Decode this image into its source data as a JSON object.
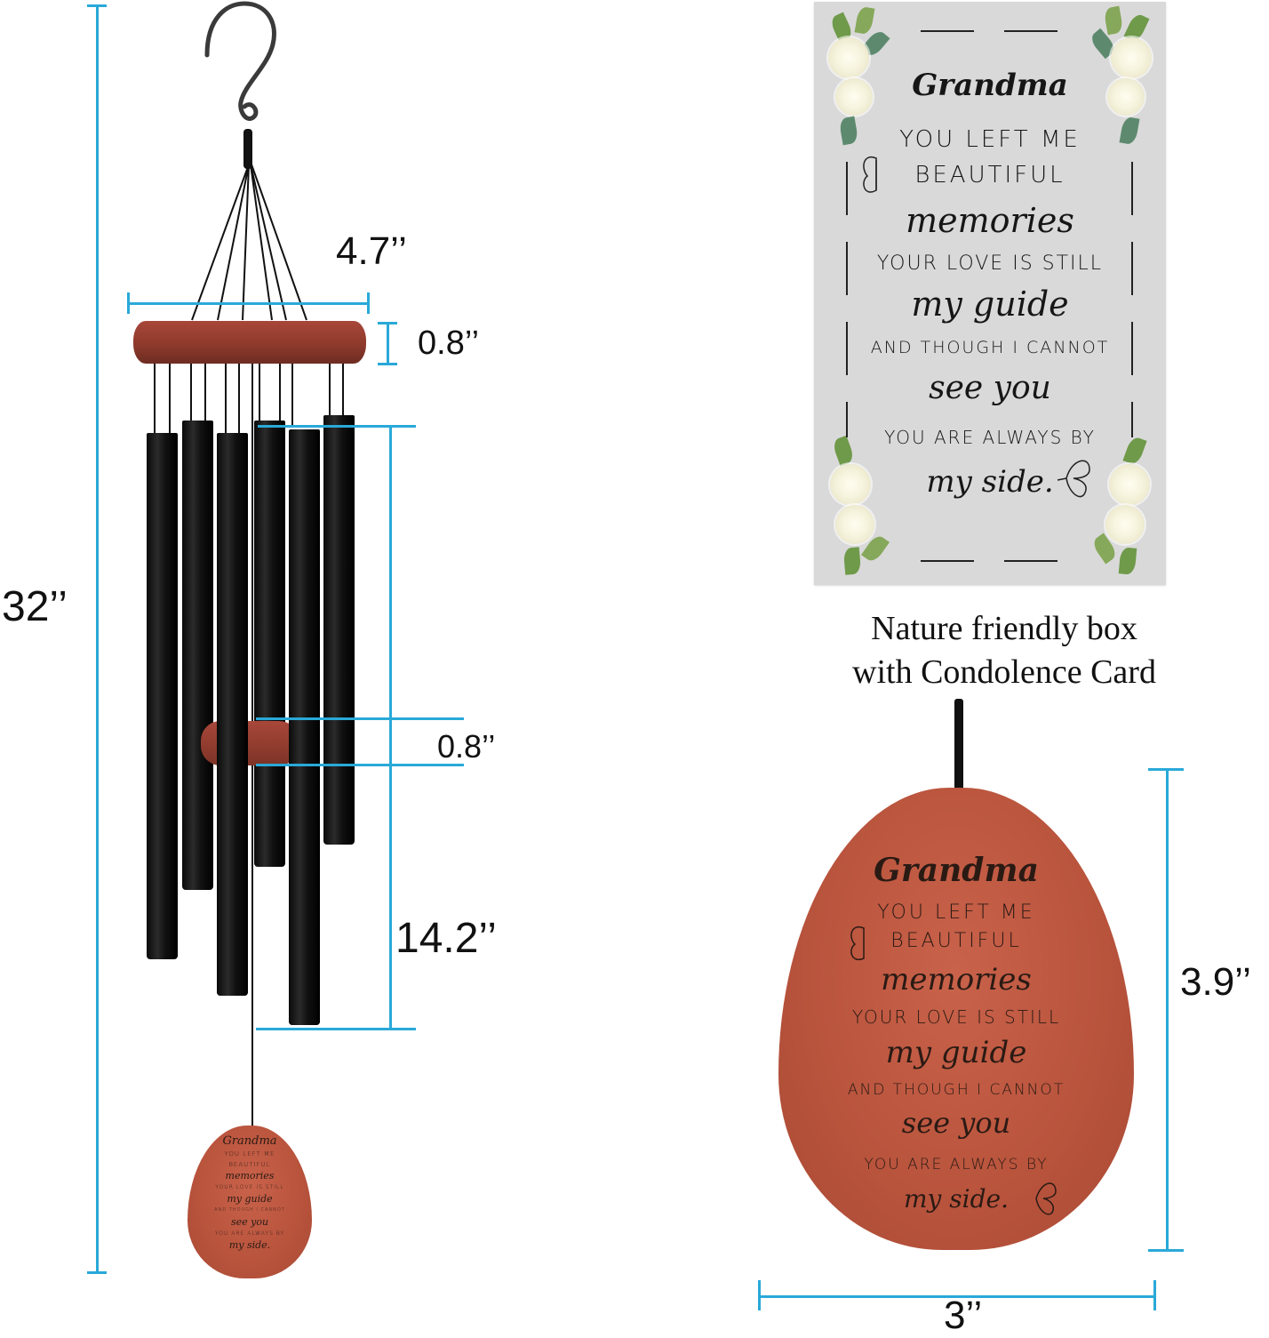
{
  "dimensions": {
    "total_height": "32’’",
    "top_width": "4.7’’",
    "top_thickness": "0.8’’",
    "striker_thickness": "0.8’’",
    "tube_length": "14.2’’",
    "sail_height": "3.9’’",
    "sail_width": "3’’"
  },
  "card": {
    "title": "Grandma",
    "lines": [
      {
        "text": "YOU LEFT ME",
        "style": "caps"
      },
      {
        "text": "BEAUTIFUL",
        "style": "caps"
      },
      {
        "text": "memories",
        "style": "script"
      },
      {
        "text": "YOUR LOVE IS STILL",
        "style": "caps"
      },
      {
        "text": "my guide",
        "style": "script"
      },
      {
        "text": "AND THOUGH I CANNOT",
        "style": "caps"
      },
      {
        "text": "see you",
        "style": "script"
      },
      {
        "text": "YOU ARE ALWAYS BY",
        "style": "caps"
      },
      {
        "text": "my side.",
        "style": "script"
      }
    ],
    "background_color": "#d9d9d9"
  },
  "caption": {
    "line1": "Nature friendly box",
    "line2": "with Condolence Card"
  },
  "plaque": {
    "title": "Grandma",
    "lines": [
      "YOU LEFT ME",
      "BEAUTIFUL",
      "memories",
      "YOUR LOVE IS STILL",
      "my guide",
      "AND THOUGH I CANNOT",
      "see you",
      "YOU ARE ALWAYS BY",
      "my side."
    ],
    "color": "#b8533c"
  },
  "colors": {
    "dimension_line": "#29a9d8",
    "wood": "#8e3a2c",
    "tube": "#111111"
  },
  "icons": [
    "butterfly-icon",
    "flower-corner-icon"
  ]
}
